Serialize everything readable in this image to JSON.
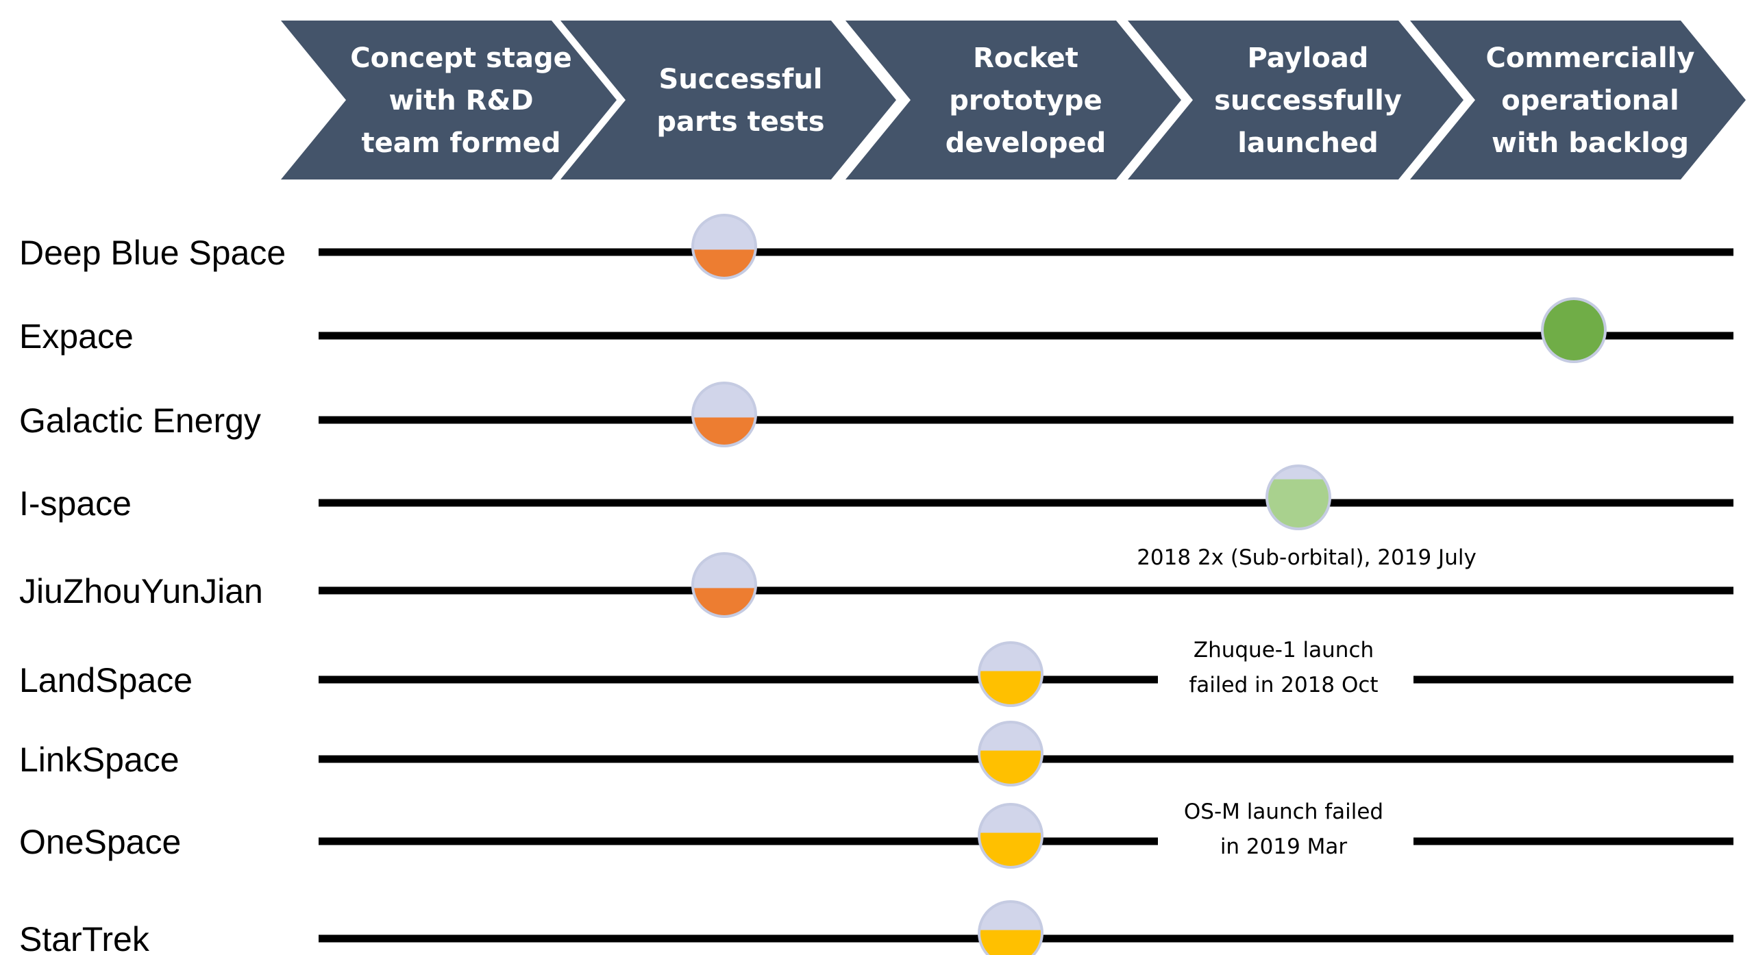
{
  "colors": {
    "chevron": "#44546a",
    "chevron_text": "#ffffff",
    "track": "#000000",
    "marker_ring": "#c5cbe2",
    "marker_top": "#d1d5ea"
  },
  "stages": [
    {
      "lines": [
        "Concept stage",
        "with R&D",
        "team formed"
      ]
    },
    {
      "lines": [
        "Successful",
        "parts tests"
      ]
    },
    {
      "lines": [
        "Rocket",
        "prototype",
        "developed"
      ]
    },
    {
      "lines": [
        "Payload",
        "successfully",
        "launched"
      ]
    },
    {
      "lines": [
        "Commercially",
        "operational",
        "with backlog"
      ]
    }
  ],
  "companies": [
    {
      "name": "Deep Blue Space",
      "stage": 2,
      "fill": 0.45,
      "color": "#ed7d31"
    },
    {
      "name": "Expace",
      "stage": 5,
      "fill": 1.0,
      "color": "#70ad47"
    },
    {
      "name": "Galactic Energy",
      "stage": 2,
      "fill": 0.45,
      "color": "#ed7d31"
    },
    {
      "name": "I-space",
      "stage": 4,
      "fill": 0.8,
      "color": "#a9d18e",
      "note": [
        "2018 2x (Sub-orbital), 2019 July"
      ],
      "note_position": "below"
    },
    {
      "name": "JiuZhouYunJian",
      "stage": 2,
      "fill": 0.45,
      "color": "#ed7d31"
    },
    {
      "name": "LandSpace",
      "stage": 3,
      "fill": 0.55,
      "color": "#ffc000",
      "note": [
        "Zhuque-1 launch",
        "failed in 2018 Oct"
      ],
      "note_position": "inline"
    },
    {
      "name": "LinkSpace",
      "stage": 3,
      "fill": 0.55,
      "color": "#ffc000"
    },
    {
      "name": "OneSpace",
      "stage": 3,
      "fill": 0.55,
      "color": "#ffc000",
      "note": [
        "OS-M launch failed",
        "in 2019 Mar"
      ],
      "note_position": "inline"
    },
    {
      "name": "StarTrek",
      "stage": 3,
      "fill": 0.55,
      "color": "#ffc000"
    }
  ]
}
